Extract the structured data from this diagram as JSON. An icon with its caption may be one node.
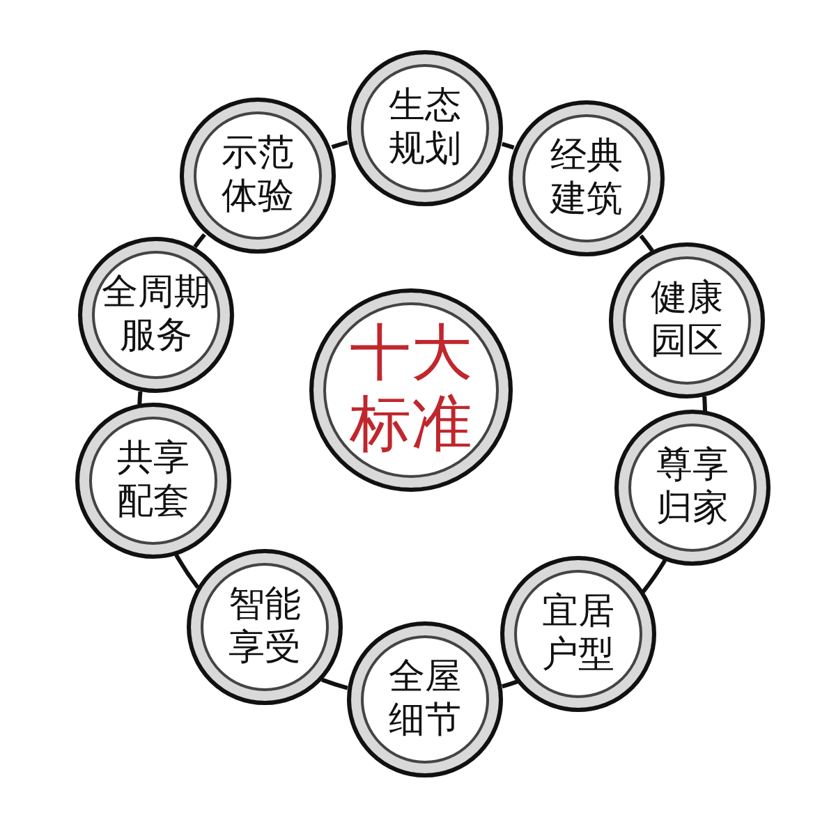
{
  "diagram": {
    "nodes": [
      {
        "text": [
          "十大标准"
        ]
      },
      {
        "text": [
          "生态规划"
        ]
      },
      {
        "text": [
          "经典建筑"
        ]
      },
      {
        "text": [
          "健康园区"
        ]
      },
      {
        "text": [
          "尊享归家"
        ]
      },
      {
        "text": [
          "宜居户型"
        ]
      },
      {
        "text": [
          "全屋细节"
        ]
      },
      {
        "text": [
          "智能享受"
        ]
      },
      {
        "text": [
          "共享配套"
        ]
      },
      {
        "text": [
          "全周期服务"
        ]
      },
      {
        "text": [
          "示范体验"
        ]
      }
    ],
    "edges": [
      {
        "from": 1,
        "to": 2,
        "arrow": "none"
      },
      {
        "from": 2,
        "to": 3,
        "arrow": "none"
      },
      {
        "from": 3,
        "to": 4,
        "arrow": "none"
      },
      {
        "from": 4,
        "to": 5,
        "arrow": "none"
      },
      {
        "from": 5,
        "to": 6,
        "arrow": "none"
      },
      {
        "from": 6,
        "to": 7,
        "arrow": "none"
      },
      {
        "from": 7,
        "to": 8,
        "arrow": "none"
      },
      {
        "from": 8,
        "to": 9,
        "arrow": "none"
      },
      {
        "from": 9,
        "to": 10,
        "arrow": "none"
      },
      {
        "from": 10,
        "to": 1,
        "arrow": "none"
      }
    ]
  }
}
